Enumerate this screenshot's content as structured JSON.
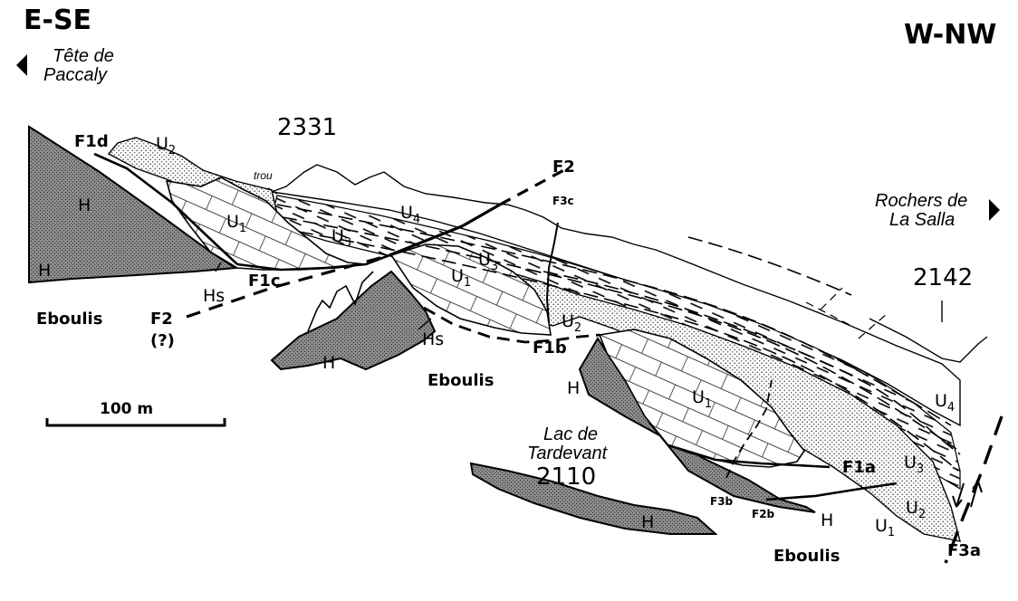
{
  "orientation": {
    "left": "E-SE",
    "right": "W-NW"
  },
  "places": {
    "tete_de_paccaly": [
      "Tête de",
      "Paccaly"
    ],
    "rochers_de_la_salla": [
      "Rochers de",
      "La Salla"
    ],
    "lac_de_tardevant": [
      "Lac de",
      "Tardevant"
    ]
  },
  "altitudes": {
    "peak_a": "2331",
    "peak_b": "2142",
    "lake": "2110"
  },
  "units": {
    "h": "H",
    "hs": "Hs",
    "u": "U",
    "u1_sub": "1",
    "u2_sub": "2",
    "u3_sub": "3",
    "u4_sub": "4"
  },
  "faults": {
    "f1a": "F1a",
    "f1b": "F1b",
    "f1c": "F1c",
    "f1d": "F1d",
    "f2": "F2",
    "f2_query": "(?)",
    "f2b": "F2b",
    "f3a": "F3a",
    "f3b": "F3b",
    "f3c": "F3c"
  },
  "misc": {
    "trou": "trou",
    "eboulis": "Eboulis",
    "scale_bar": "100 m"
  },
  "colors": {
    "ink": "#000000",
    "paper": "#ffffff",
    "h_fill": "#7a7a7a",
    "dotted_fill": "#dcdcdc"
  }
}
